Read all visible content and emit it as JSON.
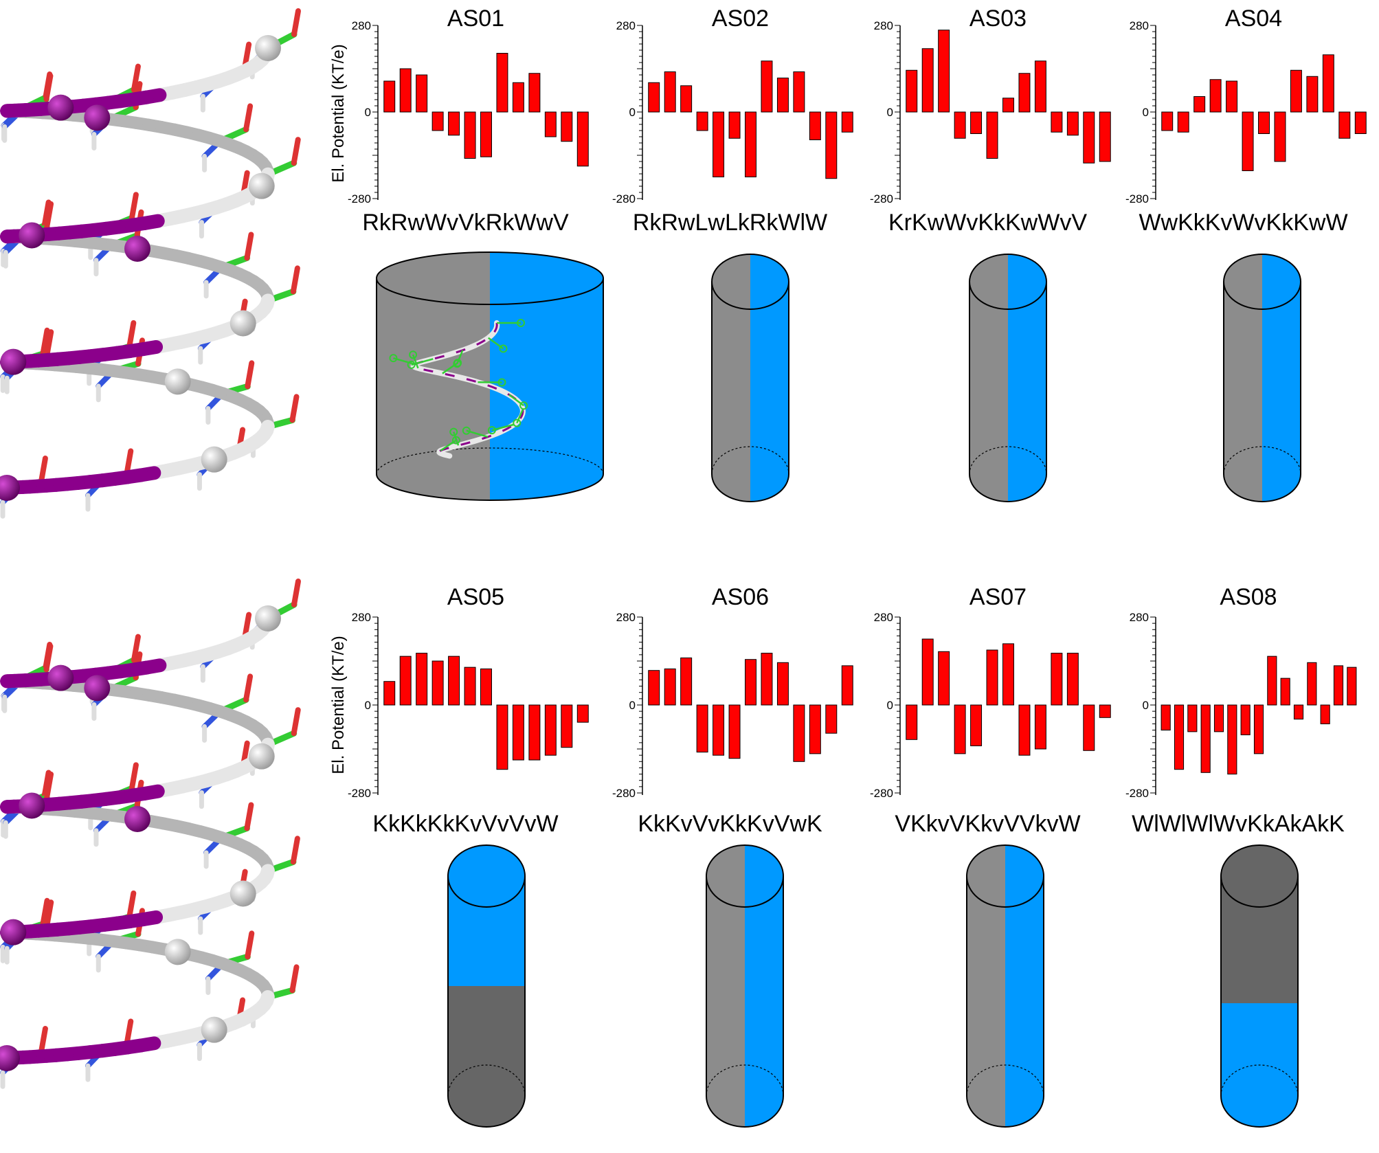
{
  "colors": {
    "bar": "#ff0000",
    "hydrophilic": "#0099ff",
    "hydrophobic_light": "#8c8c8c",
    "hydrophobic_dark": "#666666",
    "helix_backbone": "#8b008b",
    "carbon": "#33cc33",
    "nitrogen": "#3355dd",
    "oxygen": "#dd3333"
  },
  "axis": {
    "ylabel": "El. Potential (KT/e)",
    "ticks": [
      "280",
      "0",
      "-280"
    ]
  },
  "chart_data": [
    {
      "type": "bar",
      "title": "AS01",
      "sequence": "RkRwWvVkRkWwV",
      "ylabel": "El. Potential (KT/e)",
      "ylim": [
        -280,
        280
      ],
      "categories": [
        "R",
        "k",
        "R",
        "w",
        "W",
        "v",
        "V",
        "k",
        "R",
        "k",
        "W",
        "w",
        "V"
      ],
      "values": [
        100,
        140,
        120,
        -60,
        -75,
        -150,
        -145,
        190,
        95,
        125,
        -80,
        -95,
        -175
      ]
    },
    {
      "type": "bar",
      "title": "AS02",
      "sequence": "RkRwLwLkRkWlW",
      "ylim": [
        -280,
        280
      ],
      "categories": [
        "R",
        "k",
        "R",
        "w",
        "L",
        "w",
        "L",
        "k",
        "R",
        "k",
        "W",
        "l",
        "W"
      ],
      "values": [
        95,
        130,
        85,
        -60,
        -210,
        -85,
        -210,
        165,
        110,
        130,
        -90,
        -215,
        -65
      ]
    },
    {
      "type": "bar",
      "title": "AS03",
      "sequence": "KrKwWvKkKwWvV",
      "ylim": [
        -280,
        280
      ],
      "categories": [
        "K",
        "r",
        "K",
        "w",
        "W",
        "v",
        "K",
        "k",
        "K",
        "w",
        "W",
        "v",
        "V"
      ],
      "values": [
        135,
        205,
        265,
        -85,
        -70,
        -150,
        45,
        125,
        165,
        -65,
        -75,
        -165,
        -160
      ]
    },
    {
      "type": "bar",
      "title": "AS04",
      "sequence": "WwKkKvWvKkKwW",
      "ylim": [
        -280,
        280
      ],
      "categories": [
        "W",
        "w",
        "K",
        "k",
        "K",
        "v",
        "W",
        "v",
        "K",
        "k",
        "K",
        "w",
        "W"
      ],
      "values": [
        -60,
        -65,
        50,
        105,
        100,
        -190,
        -70,
        -160,
        135,
        115,
        185,
        -85,
        -70
      ]
    },
    {
      "type": "bar",
      "title": "AS05",
      "sequence": "KkKkKkKvVvVvW",
      "ylabel": "El. Potential (KT/e)",
      "ylim": [
        -280,
        280
      ],
      "categories": [
        "K",
        "k",
        "K",
        "k",
        "K",
        "k",
        "K",
        "v",
        "V",
        "v",
        "V",
        "v",
        "W"
      ],
      "values": [
        75,
        155,
        165,
        140,
        155,
        120,
        115,
        -205,
        -175,
        -175,
        -160,
        -135,
        -55
      ]
    },
    {
      "type": "bar",
      "title": "AS06",
      "sequence": "KkKvVvKkKvVwK",
      "ylim": [
        -280,
        280
      ],
      "categories": [
        "K",
        "k",
        "K",
        "v",
        "V",
        "v",
        "K",
        "k",
        "K",
        "v",
        "V",
        "w",
        "K"
      ],
      "values": [
        110,
        115,
        150,
        -150,
        -160,
        -170,
        145,
        165,
        135,
        -180,
        -155,
        -90,
        125
      ]
    },
    {
      "type": "bar",
      "title": "AS07",
      "sequence": "VKkvVKkvVVkvW",
      "ylim": [
        -280,
        280
      ],
      "categories": [
        "V",
        "K",
        "k",
        "v",
        "V",
        "K",
        "k",
        "v",
        "V",
        "V",
        "k",
        "v",
        "W"
      ],
      "values": [
        -110,
        210,
        170,
        -155,
        -130,
        175,
        195,
        -160,
        -140,
        165,
        165,
        -145,
        -40
      ]
    },
    {
      "type": "bar",
      "title": "AS08",
      "sequence": "WlWlWlWvKkAkAkK",
      "ylim": [
        -280,
        280
      ],
      "categories": [
        "W",
        "l",
        "W",
        "l",
        "W",
        "l",
        "W",
        "v",
        "K",
        "k",
        "A",
        "k",
        "A",
        "k",
        "K"
      ],
      "values": [
        -80,
        -205,
        -85,
        -215,
        -85,
        -220,
        -95,
        -155,
        155,
        85,
        -45,
        135,
        -60,
        125,
        120
      ]
    }
  ],
  "cylinders": [
    {
      "name": "AS01",
      "split": "vertical",
      "left": "hydrophobic",
      "right": "hydrophilic"
    },
    {
      "name": "AS02",
      "split": "vertical",
      "left": "hydrophobic",
      "right": "hydrophilic"
    },
    {
      "name": "AS03",
      "split": "vertical",
      "left": "hydrophobic",
      "right": "hydrophilic"
    },
    {
      "name": "AS04",
      "split": "vertical",
      "left": "hydrophobic",
      "right": "hydrophilic"
    },
    {
      "name": "AS05",
      "split": "horizontal",
      "top": "hydrophilic",
      "bottom": "hydrophobic"
    },
    {
      "name": "AS06",
      "split": "vertical",
      "left": "hydrophobic",
      "right": "hydrophilic"
    },
    {
      "name": "AS07",
      "split": "vertical",
      "left": "hydrophobic",
      "right": "hydrophilic"
    },
    {
      "name": "AS08",
      "split": "horizontal",
      "top": "hydrophobic",
      "bottom": "hydrophilic"
    }
  ]
}
